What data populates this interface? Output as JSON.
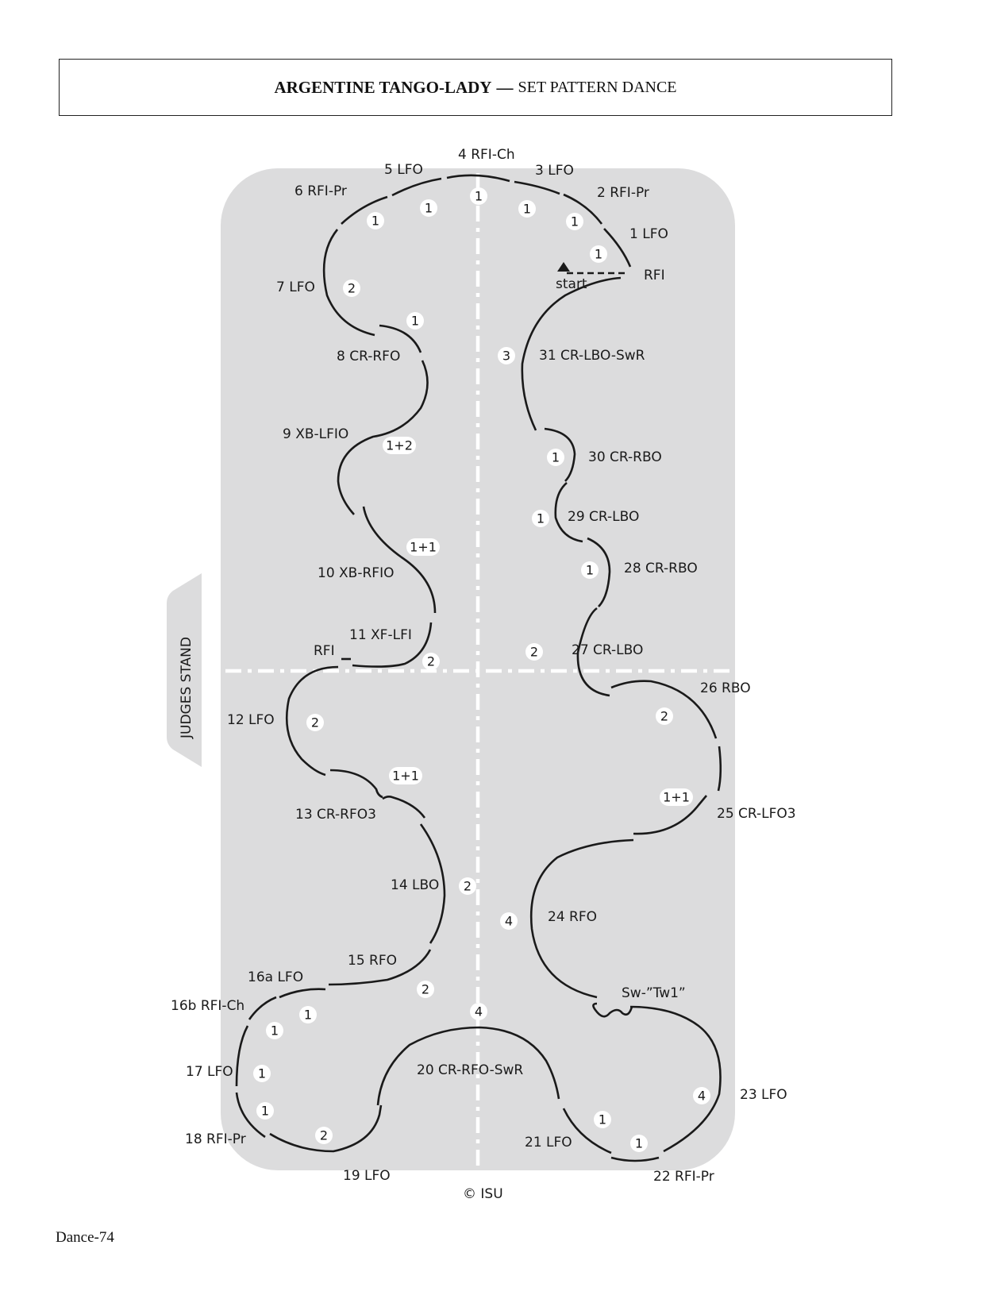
{
  "title": {
    "main": "ARGENTINE TANGO-LADY",
    "separator": "—",
    "subtitle": "SET PATTERN DANCE"
  },
  "footer": "Dance-74",
  "diagram": {
    "judges_stand": "JUDGES STAND",
    "start": "start",
    "start_edge": "RFI",
    "rfi_mid": "RFI",
    "copyright": "© ISU",
    "steps": {
      "s1": "1 LFO",
      "s2": "2 RFI-Pr",
      "s3": "3 LFO",
      "s4": "4 RFI-Ch",
      "s5": "5 LFO",
      "s6": "6 RFI-Pr",
      "s7": "7 LFO",
      "s8": "8 CR-RFO",
      "s9": "9 XB-LFIO",
      "s10": "10 XB-RFIO",
      "s11": "11 XF-LFI",
      "s12": "12 LFO",
      "s13": "13 CR-RFO3",
      "s14": "14 LBO",
      "s15": "15 RFO",
      "s16a": "16a LFO",
      "s16b": "16b RFI-Ch",
      "s17": "17 LFO",
      "s18": "18 RFI-Pr",
      "s19": "19 LFO",
      "s20": "20 CR-RFO-SwR",
      "s21": "21 LFO",
      "s22": "22 RFI-Pr",
      "s23": "23 LFO",
      "sw": "Sw-”Tw1”",
      "s24": "24 RFO",
      "s25": "25 CR-LFO3",
      "s26": "26 RBO",
      "s27": "27 CR-LBO",
      "s28": "28 CR-RBO",
      "s29": "29 CR-LBO",
      "s30": "30 CR-RBO",
      "s31": "31 CR-LBO-SwR"
    },
    "beats": {
      "b1": "1",
      "b2": "1",
      "b3": "1",
      "b4": "1",
      "b5": "1",
      "b6": "1",
      "b7": "2",
      "b8": "1",
      "b9": "1+2",
      "b10": "1+1",
      "b11": "2",
      "b12": "2",
      "b13": "1+1",
      "b14": "2",
      "b15": "2",
      "b16a": "1",
      "b16b": "1",
      "b17": "1",
      "b18": "1",
      "b19": "2",
      "b20": "4",
      "b21": "1",
      "b22": "1",
      "b23": "4",
      "b24": "4",
      "b25": "1+1",
      "b26": "2",
      "b27": "2",
      "b28": "1",
      "b29": "1",
      "b30": "1",
      "b31": "3"
    }
  }
}
